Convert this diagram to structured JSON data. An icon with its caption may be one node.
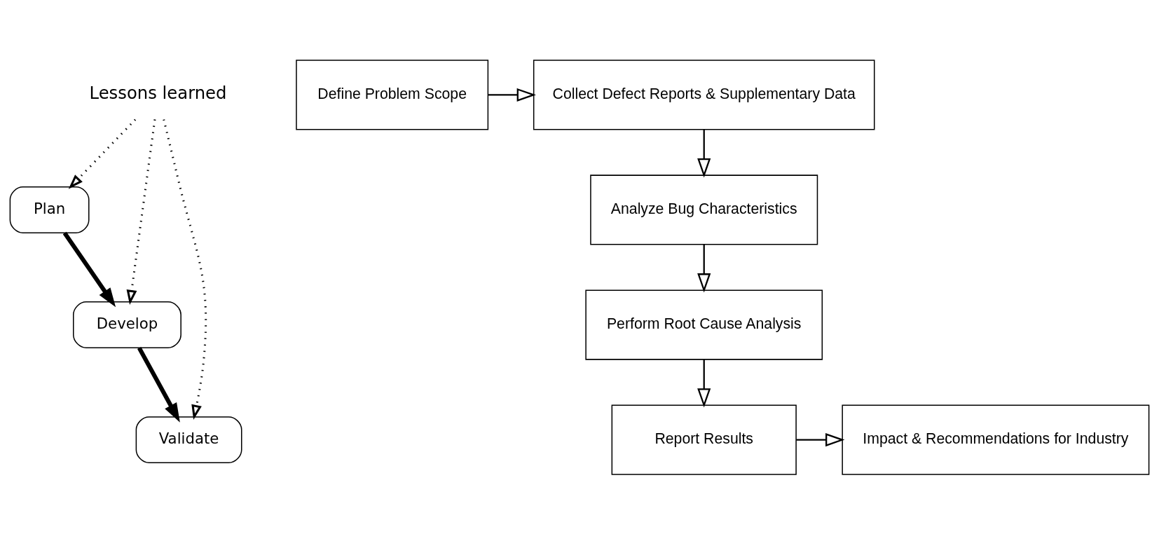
{
  "diagram": {
    "nodes": [
      {
        "text": [
          "Plan"
        ]
      },
      {
        "text": [
          "Develop"
        ]
      },
      {
        "text": [
          "Validate"
        ]
      },
      {
        "text": [
          "Lessons learned"
        ]
      },
      {
        "text": [
          "Define Problem Scope"
        ]
      },
      {
        "text": [
          "Collect Defect Reports & Supplementary Data"
        ]
      },
      {
        "text": [
          "Analyze Bug Characteristics"
        ]
      },
      {
        "text": [
          "Perform Root Cause Analysis"
        ]
      },
      {
        "text": [
          "Report Results"
        ]
      },
      {
        "text": [
          "Impact & Recommendations for Industry"
        ]
      }
    ],
    "edges": [
      {
        "from": 0,
        "to": 1,
        "arrow": "to",
        "style": "thick"
      },
      {
        "from": 1,
        "to": 2,
        "arrow": "to",
        "style": "thick"
      },
      {
        "from": 3,
        "to": 0,
        "arrow": "to",
        "style": "dashed"
      },
      {
        "from": 3,
        "to": 1,
        "arrow": "to",
        "style": "dashed"
      },
      {
        "from": 3,
        "to": 2,
        "arrow": "to",
        "style": "dashed"
      },
      {
        "from": 4,
        "to": 5,
        "arrow": "to"
      },
      {
        "from": 5,
        "to": 6,
        "arrow": "to"
      },
      {
        "from": 6,
        "to": 7,
        "arrow": "to"
      },
      {
        "from": 7,
        "to": 8,
        "arrow": "to"
      },
      {
        "from": 8,
        "to": 9,
        "arrow": "to"
      }
    ]
  }
}
